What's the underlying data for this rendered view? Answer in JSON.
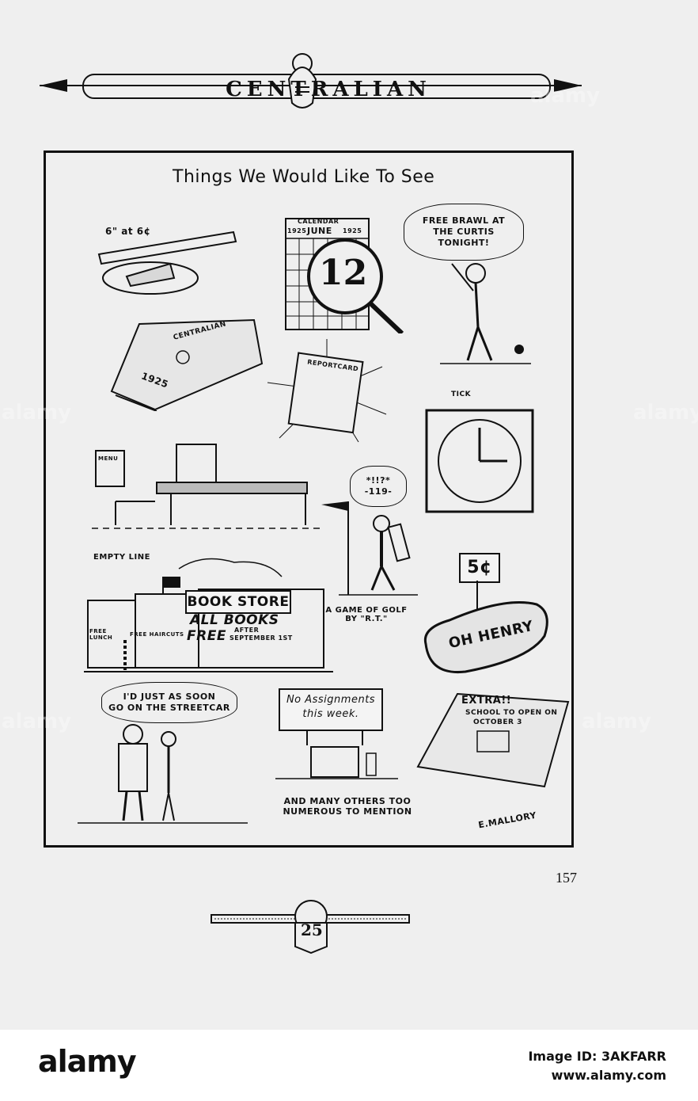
{
  "header": {
    "title": "CENTRALIAN"
  },
  "panel": {
    "title": "Things We Would Like To See",
    "pie_caption": "6\" at 6¢",
    "calendar": {
      "label": "CALENDAR",
      "year_left": "1925",
      "month": "JUNE",
      "year_right": "1925",
      "magnified_day": "12"
    },
    "brawl_bubble": [
      "FREE BRAWL AT",
      "THE CURTIS",
      "TONIGHT!"
    ],
    "yearbook": {
      "title": "CENTRALIAN",
      "year": "1925"
    },
    "report_card": "REPORTCARD",
    "clock": {
      "sound": "TICK"
    },
    "menu": "MENU",
    "empty_line": "EMPTY LINE",
    "golf_bubble": [
      "*!!?*",
      "-119-"
    ],
    "golf_caption": [
      "A GAME OF GOLF",
      "BY \"R.T.\""
    ],
    "price_sign": "5¢",
    "candy": "OH HENRY",
    "store": {
      "book_store": "BOOK STORE",
      "all_books": "ALL BOOKS",
      "free": "FREE",
      "after": "AFTER",
      "september": "SEPTEMBER 1ST",
      "free_lunch": "FREE LUNCH",
      "free_haircuts": "FREE HAIRCUTS"
    },
    "streetcar_bubble": [
      "I'D JUST AS SOON",
      "GO ON THE STREETCAR"
    ],
    "assignments_sign": [
      "No Assignments",
      "this week."
    ],
    "newspaper": {
      "extra": "EXTRA!!",
      "headline": [
        "SCHOOL TO OPEN ON",
        "OCTOBER 3"
      ]
    },
    "closing": [
      "AND MANY OTHERS TOO",
      "NUMEROUS TO MENTION"
    ],
    "signature": "E.MALLORY"
  },
  "page_number": "157",
  "footer_emblem": "25",
  "stock": {
    "brand": "alamy",
    "image_id_label": "Image ID: 3AKFARR",
    "site": "www.alamy.com",
    "watermark": "alamy"
  }
}
